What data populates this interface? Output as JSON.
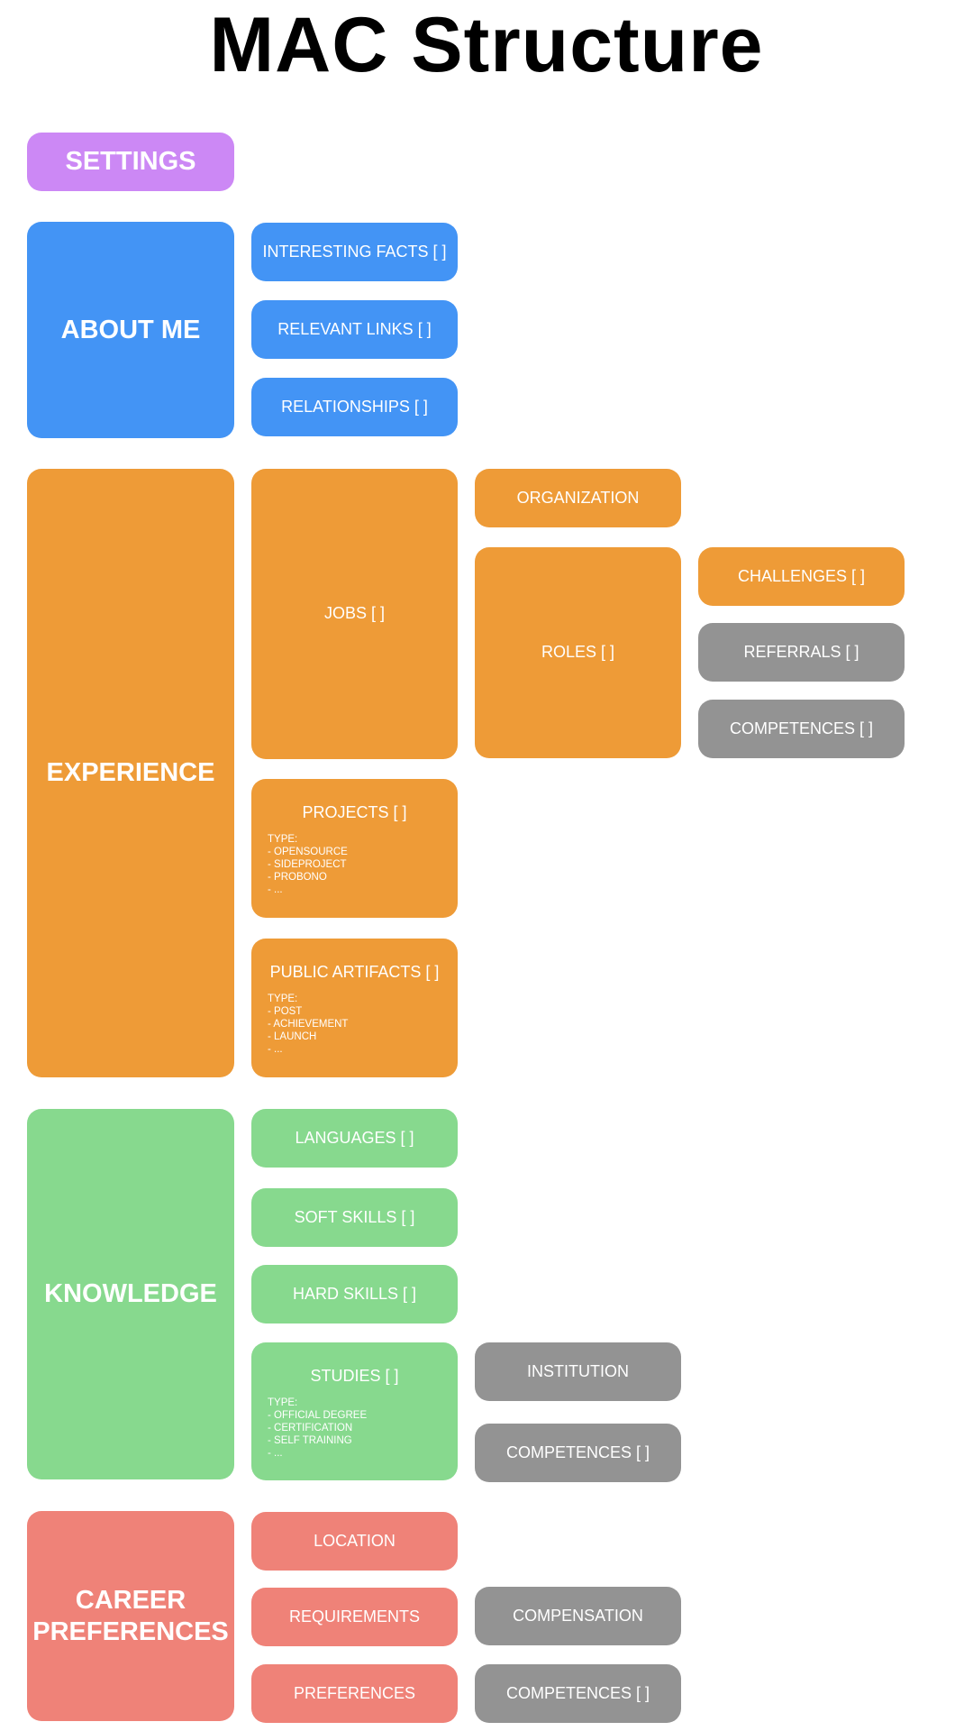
{
  "title": "MAC Structure",
  "settings": {
    "label": "SETTINGS"
  },
  "about_me": {
    "label": "ABOUT ME",
    "children": [
      "INTERESTING FACTS [ ]",
      "RELEVANT LINKS [ ]",
      "RELATIONSHIPS [ ]"
    ]
  },
  "experience": {
    "label": "EXPERIENCE",
    "jobs": {
      "label": "JOBS [ ]",
      "organization": "ORGANIZATION",
      "roles": {
        "label": "ROLES [ ]",
        "challenges": "CHALLENGES [ ]",
        "referrals": "REFERRALS [ ]",
        "competences": "COMPETENCES [ ]"
      }
    },
    "projects": {
      "label": "PROJECTS [ ]",
      "type_header": "TYPE:",
      "types": [
        "-  OPENSOURCE",
        "-  SIDEPROJECT",
        "-  PROBONO",
        "-  ..."
      ]
    },
    "public_artifacts": {
      "label": "PUBLIC ARTIFACTS [ ]",
      "type_header": "TYPE:",
      "types": [
        "-  POST",
        "-  ACHIEVEMENT",
        "-  LAUNCH",
        "-  ..."
      ]
    }
  },
  "knowledge": {
    "label": "KNOWLEDGE",
    "languages": "LANGUAGES [ ]",
    "soft_skills": "SOFT SKILLS [ ]",
    "hard_skills": "HARD SKILLS [ ]",
    "studies": {
      "label": "STUDIES [ ]",
      "type_header": "TYPE:",
      "types": [
        "-  OFFICIAL DEGREE",
        "-  CERTIFICATION",
        "-  SELF TRAINING",
        "-  ..."
      ],
      "institution": "INSTITUTION",
      "competences": "COMPETENCES [ ]"
    }
  },
  "career_preferences": {
    "label": "CAREER PREFERENCES",
    "location": "LOCATION",
    "requirements": "REQUIREMENTS",
    "compensation": "COMPENSATION",
    "preferences": "PREFERENCES",
    "competences": "COMPETENCES [ ]"
  },
  "colors": {
    "settings": "#cc88f5",
    "about_me": "#4394f5",
    "experience": "#ee9b37",
    "knowledge": "#87d98e",
    "career_preferences": "#ef8278",
    "linked_entity": "#939393"
  }
}
